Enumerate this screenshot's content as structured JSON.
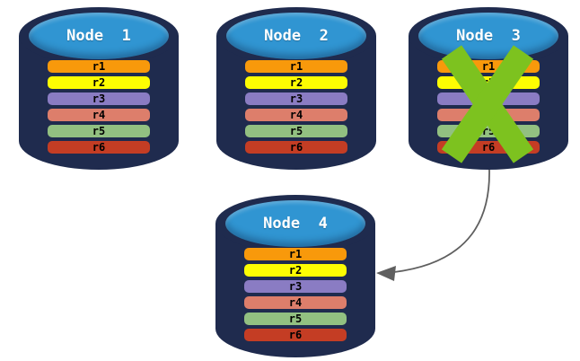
{
  "colors": {
    "cylinder_body": "#1F2B4E",
    "cylinder_top": "#3095D2",
    "cross": "#7DC21F",
    "arrow": "#5F5F5F",
    "row_text": "#000000",
    "title_text": "#FFFFFF"
  },
  "icons": {
    "cross": "x-mark-icon",
    "arrow": "curved-arrow-icon"
  },
  "nodes": [
    {
      "title": "Node  1",
      "crossed_out": false,
      "rows": [
        {
          "label": "r1",
          "color": "#F8990B"
        },
        {
          "label": "r2",
          "color": "#FDFD02"
        },
        {
          "label": "r3",
          "color": "#8A7CC3"
        },
        {
          "label": "r4",
          "color": "#DD7E6B"
        },
        {
          "label": "r5",
          "color": "#92C081"
        },
        {
          "label": "r6",
          "color": "#C43D24"
        }
      ]
    },
    {
      "title": "Node  2",
      "crossed_out": false,
      "rows": [
        {
          "label": "r1",
          "color": "#F8990B"
        },
        {
          "label": "r2",
          "color": "#FDFD02"
        },
        {
          "label": "r3",
          "color": "#8A7CC3"
        },
        {
          "label": "r4",
          "color": "#DD7E6B"
        },
        {
          "label": "r5",
          "color": "#92C081"
        },
        {
          "label": "r6",
          "color": "#C43D24"
        }
      ]
    },
    {
      "title": "Node  3",
      "crossed_out": true,
      "rows": [
        {
          "label": "r1",
          "color": "#F8990B"
        },
        {
          "label": "r2",
          "color": "#FDFD02"
        },
        {
          "label": "r3",
          "color": "#8A7CC3"
        },
        {
          "label": "r4",
          "color": "#DD7E6B"
        },
        {
          "label": "r5",
          "color": "#92C081"
        },
        {
          "label": "r6",
          "color": "#C43D24"
        }
      ]
    },
    {
      "title": "Node  4",
      "crossed_out": false,
      "rows": [
        {
          "label": "r1",
          "color": "#F8990B"
        },
        {
          "label": "r2",
          "color": "#FDFD02"
        },
        {
          "label": "r3",
          "color": "#8A7CC3"
        },
        {
          "label": "r4",
          "color": "#DD7E6B"
        },
        {
          "label": "r5",
          "color": "#92C081"
        },
        {
          "label": "r6",
          "color": "#C43D24"
        }
      ]
    }
  ]
}
